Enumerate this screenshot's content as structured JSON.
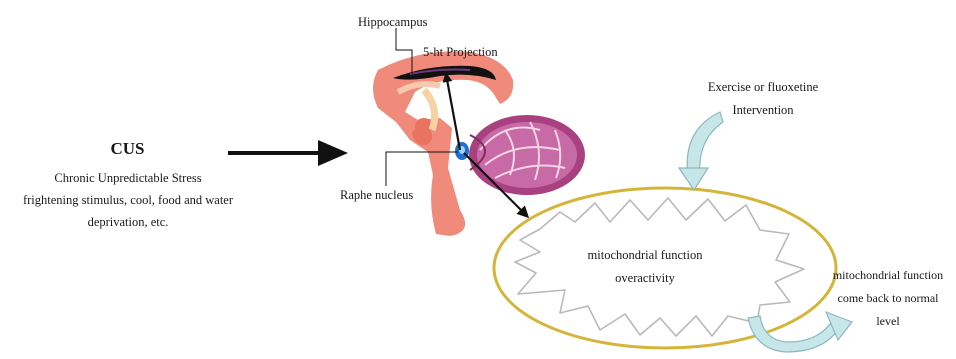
{
  "diagram": {
    "cus": {
      "title": "CUS",
      "lines": [
        "Chronic Unpredictable Stress",
        "frightening stimulus, cool, food and water",
        "deprivation, etc."
      ]
    },
    "brain_labels": {
      "hippocampus": "Hippocampus",
      "projection": "5-ht Projection",
      "raphe": "Raphe nucleus"
    },
    "mitochondria": {
      "lines": [
        "mitochondrial function",
        "overactivity"
      ]
    },
    "intervention": {
      "lines": [
        "Exercise or fluoxetine",
        "Intervention"
      ]
    },
    "recovery": {
      "lines": [
        "mitochondrial function",
        "come back to normal",
        "level"
      ]
    },
    "colors": {
      "brainstem": "#f08a7a",
      "cerebellum": "#b24a8f",
      "ellipse_border": "#d4b53a",
      "curved_arrow": "#bfe3e6",
      "arrow": "#111111"
    }
  }
}
